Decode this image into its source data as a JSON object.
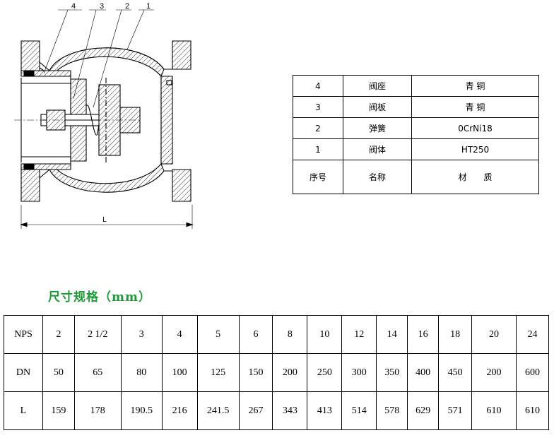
{
  "drawing": {
    "callouts": [
      "4",
      "3",
      "2",
      "1"
    ],
    "length_label": "L"
  },
  "parts_table": {
    "rows": [
      {
        "no": "4",
        "name": "阀座",
        "material": "青 铜"
      },
      {
        "no": "3",
        "name": "阀板",
        "material": "青 铜"
      },
      {
        "no": "2",
        "name": "弹簧",
        "material": "0CrNi18"
      },
      {
        "no": "1",
        "name": "阀体",
        "material": "HT250"
      }
    ],
    "header": {
      "no": "序号",
      "name": "名称",
      "material": "材　　质"
    }
  },
  "dimensions": {
    "title": "尺寸规格（mm）",
    "rows": [
      {
        "label": "NPS",
        "values": [
          "2",
          "2 1/2",
          "3",
          "4",
          "5",
          "6",
          "8",
          "10",
          "12",
          "14",
          "16",
          "18",
          "20",
          "24"
        ]
      },
      {
        "label": "DN",
        "values": [
          "50",
          "65",
          "80",
          "100",
          "125",
          "150",
          "200",
          "250",
          "300",
          "350",
          "400",
          "450",
          "200",
          "600"
        ]
      },
      {
        "label": "L",
        "values": [
          "159",
          "178",
          "190.5",
          "216",
          "241.5",
          "267",
          "343",
          "413",
          "514",
          "578",
          "629",
          "571",
          "610",
          "610"
        ]
      }
    ]
  }
}
